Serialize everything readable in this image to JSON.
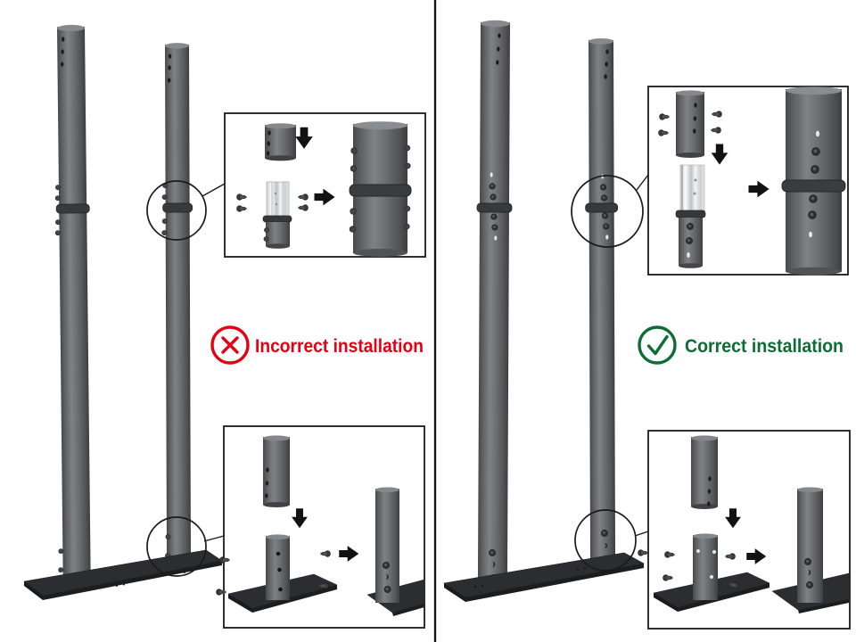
{
  "panels": {
    "left": {
      "label": "Incorrect installation",
      "status_icon": "cross-circle-icon",
      "accent_color": "#e60012",
      "callouts": [
        "pole-joint-detail",
        "pole-base-detail"
      ]
    },
    "right": {
      "label": "Correct installation",
      "status_icon": "check-circle-icon",
      "accent_color": "#0d6d34",
      "callouts": [
        "pole-joint-detail",
        "pole-base-detail"
      ]
    }
  },
  "colors": {
    "pole_gray": "#6e7174",
    "pole_edge": "#3f4144",
    "base_plate": "#2b2d30",
    "outline": "#1a1a1a",
    "divider": "#131313",
    "background": "#ffffff"
  }
}
